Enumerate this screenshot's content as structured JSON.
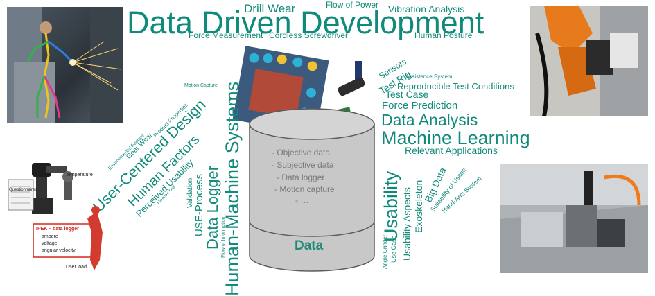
{
  "title": "Data Driven Development",
  "words": {
    "drill_wear": "Drill Wear",
    "flow_of_power": "Flow of Power",
    "vibration_analysis": "Vibration Analysis",
    "force_measurement": "Force Measurement",
    "cordless_screwdriver": "Cordless Screwdriver",
    "human_posture": "Human Posture",
    "motion_capture": "Motion Capture",
    "environmental_factors": "Environmental Factors",
    "gear_wear": "Gear Wear",
    "product_properties": "Product Properties",
    "user_centered_design": "User-Centered Design",
    "human_factors": "Human Factors",
    "perceived_usability": "Perceived Usability",
    "hammer_drill": "Hammer Drill",
    "validation": "Validation",
    "use_process": "USE-Process",
    "data_logger": "Data Logger",
    "flow_of_information": "Flow of Information",
    "human_machine_systems": "Human-Machine Systems",
    "sensors": "Sensors",
    "test_rig": "Test Rig",
    "assistence_system": "Assistence System",
    "reproducible_test_conditions": "Reproducible Test Conditions",
    "test_case": "Test Case",
    "force_prediction": "Force Prediction",
    "data_analysis": "Data Analysis",
    "machine_learning": "Machine Learning",
    "relevant_applications": "Relevant Applications",
    "usability": "Usability",
    "usability_aspects": "Usability Aspects",
    "exoskeleton": "Exoskeleton",
    "big_data": "Big Data",
    "suitability_of_usage": "Suitability of Usage",
    "hand_arm_system": "Hand-Arm System",
    "angle_grinder": "Angle Grinder",
    "use_case": "Use Case"
  },
  "cylinder": {
    "label": "Data",
    "items": [
      "-    Objective data",
      "-    Subjective data",
      "-    Data logger",
      "-    Motion capture",
      "-    …"
    ]
  },
  "diagram": {
    "temperature": "temperature",
    "questionnaires": "Questionnaires",
    "ipek_logger": "IPEK – data logger",
    "ampere": "ampere",
    "voltage": "voltage",
    "angular_velocity": "angular velocity",
    "user_load": "User load"
  },
  "colors": {
    "word_teal": "#108a7b",
    "cylinder_fill": "#c8c8c8",
    "cylinder_label": "#1d8a7a",
    "ipek_red": "#d7261b"
  }
}
